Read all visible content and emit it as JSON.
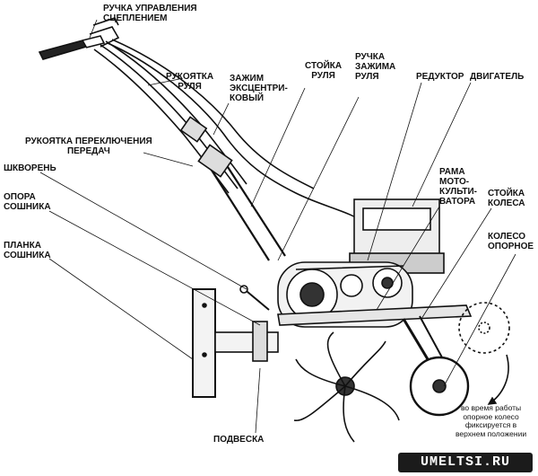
{
  "labels": {
    "clutch_handle": [
      "РУЧКА УПРАВЛЕНИЯ",
      "СЦЕПЛЕНИЕМ"
    ],
    "handlebar_grip": [
      "РУКОЯТКА",
      "РУЛЯ"
    ],
    "eccentric_clamp": [
      "ЗАЖИМ",
      "ЭКСЦЕНТРИ-",
      "КОВЫЙ"
    ],
    "handlebar_stand": [
      "СТОЙКА",
      "РУЛЯ"
    ],
    "handlebar_clamp_handle": [
      "РУЧКА",
      "ЗАЖИМА",
      "РУЛЯ"
    ],
    "gearbox": "РЕДУКТОР",
    "engine": "ДВИГАТЕЛЬ",
    "gear_shift_handle": [
      "РУКОЯТКА ПЕРЕКЛЮЧЕНИЯ",
      "ПЕРЕДАЧ"
    ],
    "kingpin": "ШКВОРЕНЬ",
    "coulter_support": [
      "ОПОРА",
      "СОШНИКА"
    ],
    "frame": [
      "РАМА",
      "МОТО-",
      "КУЛЬТИ-",
      "ВАТОРА"
    ],
    "wheel_stand": [
      "СТОЙКА",
      "КОЛЕСА"
    ],
    "support_wheel": [
      "КОЛЕСО",
      "ОПОРНОЕ"
    ],
    "coulter_bar": [
      "ПЛАНКА",
      "СОШНИКА"
    ],
    "suspension": "ПОДВЕСКА"
  },
  "note": [
    "во время работы",
    "опорное колесо",
    "фиксируется в",
    "верхнем положении"
  ],
  "watermark": "UMELTSI.RU"
}
